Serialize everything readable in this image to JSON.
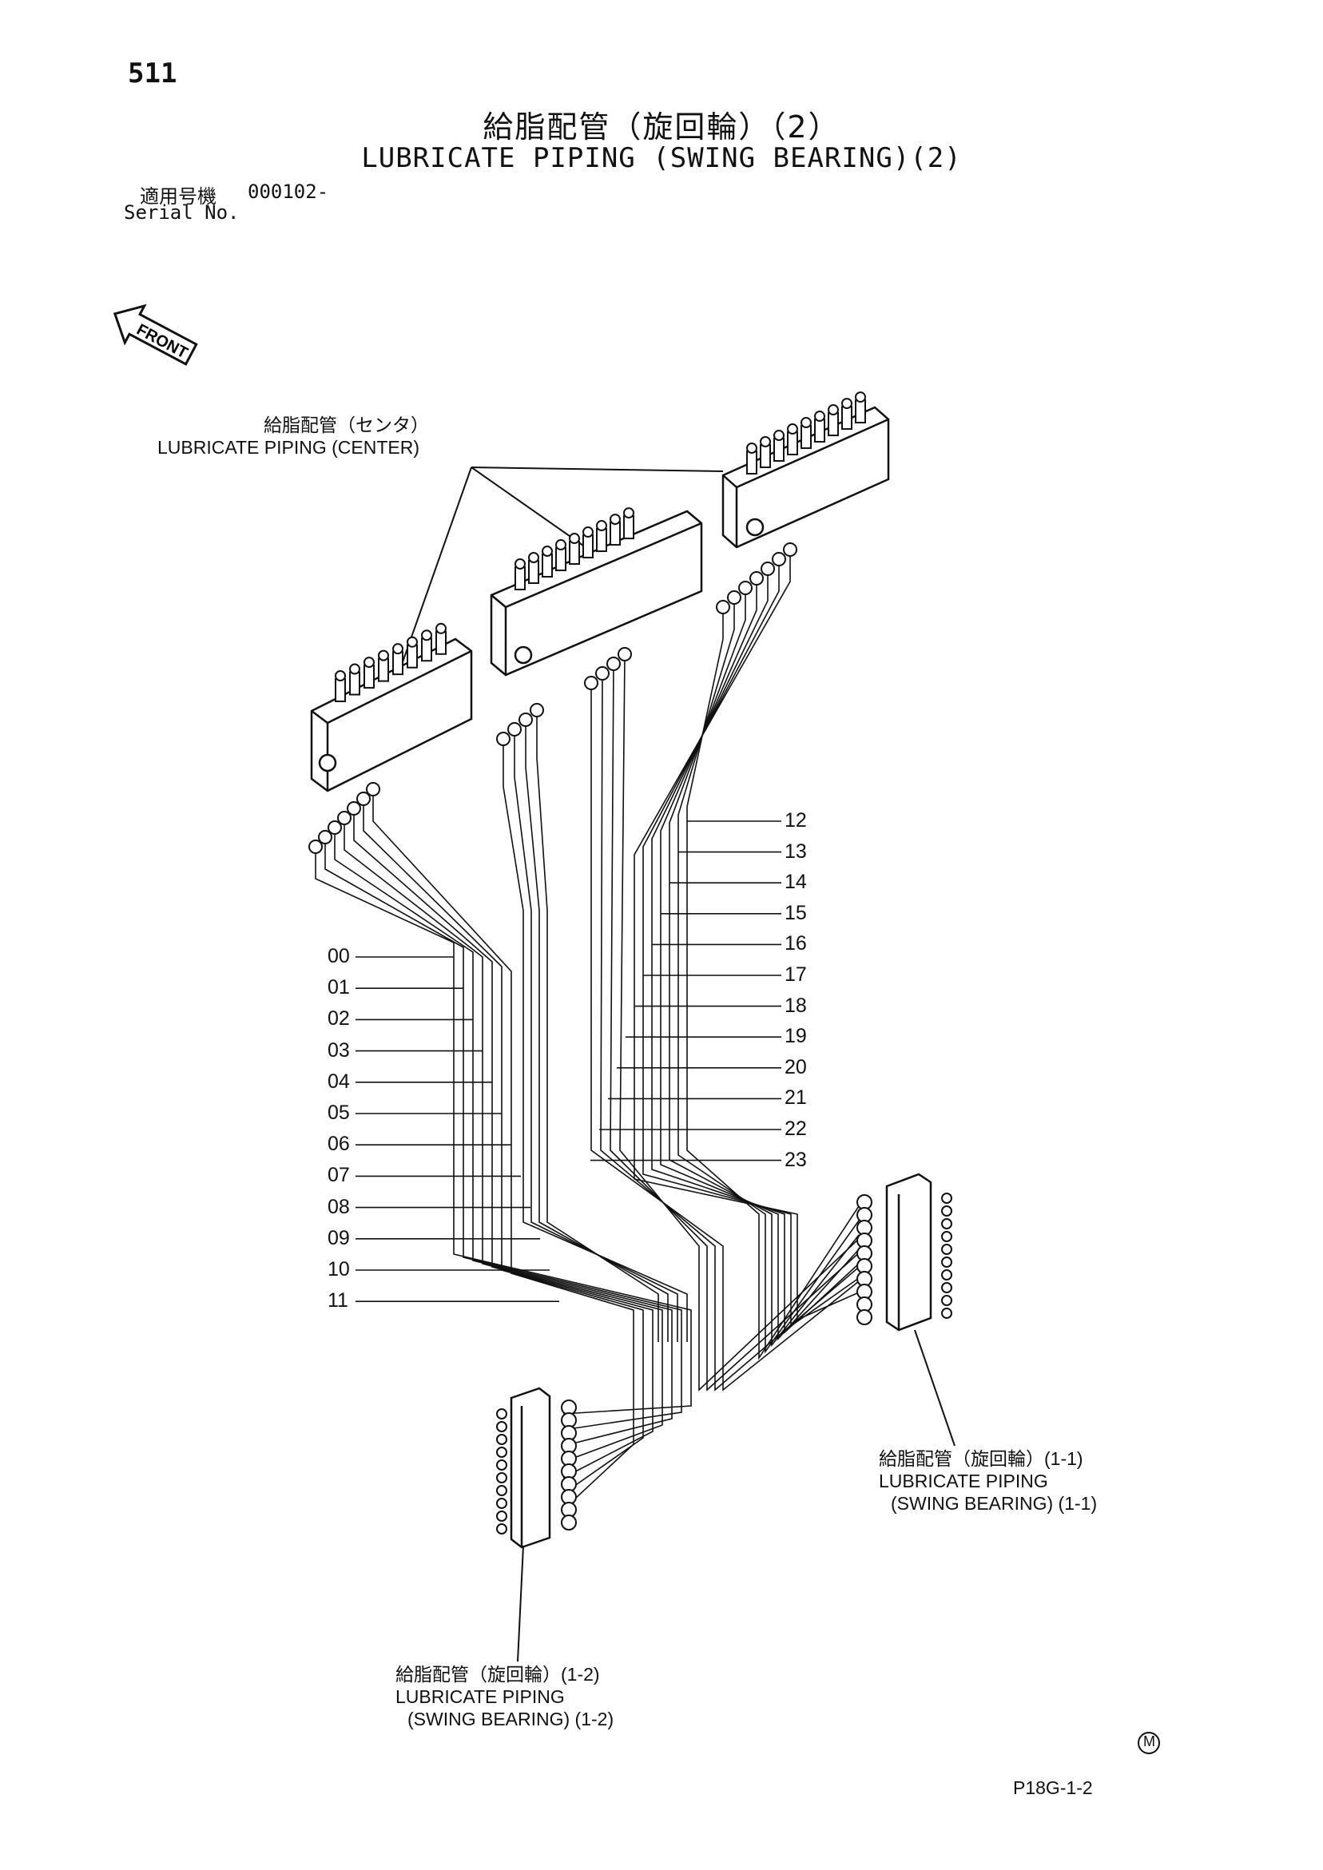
{
  "page_number": "511",
  "title": {
    "japanese": "給脂配管（旋回輪）（2）",
    "english": "LUBRICATE PIPING (SWING BEARING)(2)"
  },
  "serial": {
    "label_japanese": "適用号機",
    "value": "000102-",
    "label_english": "Serial No."
  },
  "front_label": "FRONT",
  "callouts": {
    "center": {
      "japanese": "給脂配管（センタ）",
      "english": "LUBRICATE PIPING (CENTER)"
    },
    "swing_1_1": {
      "japanese": "給脂配管（旋回輪）(1-1)",
      "english_line1": "LUBRICATE PIPING",
      "english_line2": "(SWING BEARING) (1-1)"
    },
    "swing_1_2": {
      "japanese": "給脂配管（旋回輪）(1-2)",
      "english_line1": "LUBRICATE PIPING",
      "english_line2": "(SWING BEARING) (1-2)"
    }
  },
  "part_numbers_left": [
    "00",
    "01",
    "02",
    "03",
    "04",
    "05",
    "06",
    "07",
    "08",
    "09",
    "10",
    "11"
  ],
  "part_numbers_right": [
    "12",
    "13",
    "14",
    "15",
    "16",
    "17",
    "18",
    "19",
    "20",
    "21",
    "22",
    "23"
  ],
  "mark": "M",
  "drawing_code": "P18G-1-2"
}
